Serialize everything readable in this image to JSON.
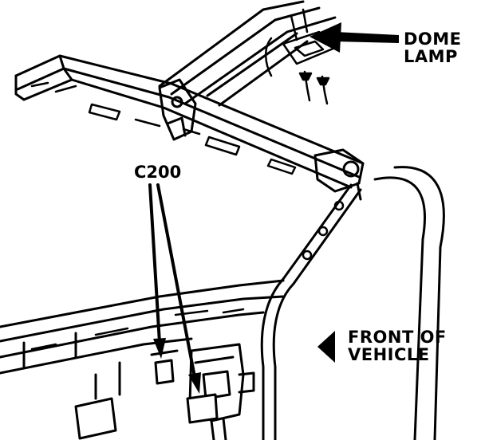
{
  "labels": {
    "dome_lamp_line1": "DOME",
    "dome_lamp_line2": "LAMP",
    "connector": "C200",
    "front_line1": "FRONT OF",
    "front_line2": "VEHICLE"
  },
  "colors": {
    "ink": "#000000",
    "paper": "#ffffff"
  }
}
